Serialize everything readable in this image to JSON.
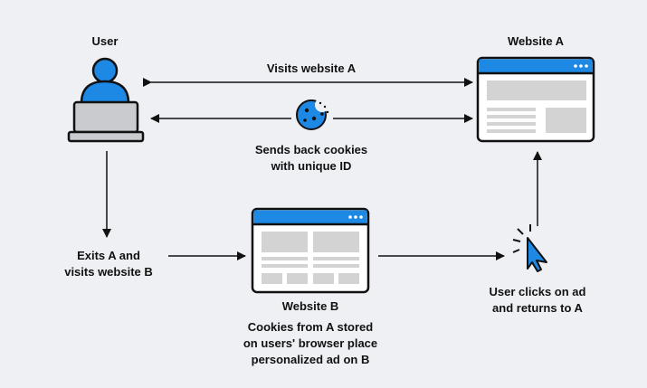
{
  "colors": {
    "background": "#eef0f4",
    "accent": "#1e88e5",
    "stroke": "#111111",
    "panel": "#ffffff",
    "block": "#d3d3d3"
  },
  "labels": {
    "user": "User",
    "website_a": "Website A",
    "visits_a": "Visits website A",
    "cookies_line1": "Sends back cookies",
    "cookies_line2": "with unique ID",
    "exits_line1": "Exits A and",
    "exits_line2": "visits website B",
    "website_b": "Website B",
    "cookiesb_line1": "Cookies from A stored",
    "cookiesb_line2": "on users' browser place",
    "cookiesb_line3": "personalized ad on B",
    "clicks_line1": "User clicks on ad",
    "clicks_line2": "and returns to A"
  },
  "icons": [
    "user-icon",
    "laptop-icon",
    "browser-window-icon",
    "cookie-icon",
    "cursor-click-icon"
  ]
}
